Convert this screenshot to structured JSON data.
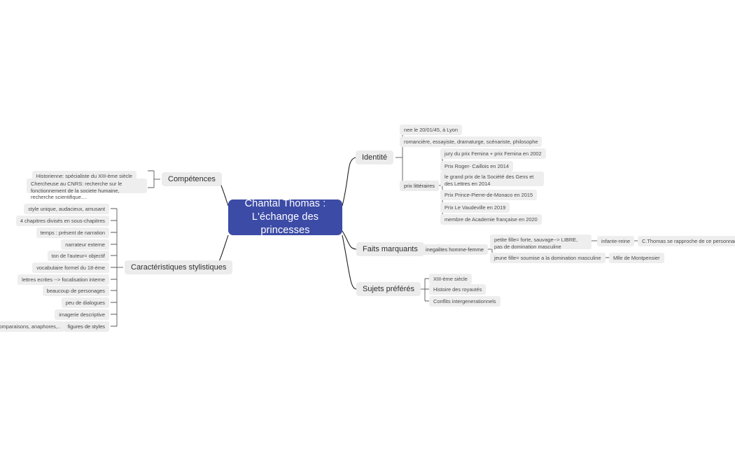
{
  "theme": {
    "background": "#ffffff",
    "root_fill": "#3c4ba6",
    "root_text": "#ffffff",
    "branch_fill": "#ececec",
    "leaf_fill": "#eeeeee",
    "leaf_text": "#4a4a4a",
    "connector": "#1f1f1f"
  },
  "root": {
    "line1": "Chantal Thomas :",
    "line2": "L'échange des",
    "line3": "princesses"
  },
  "branches": {
    "identite": {
      "label": "Identité",
      "children": [
        {
          "label": "nee le 20/01/45, à Lyon"
        },
        {
          "label": "romancière, essayiste, dramaturge, scénariste, philosophe"
        },
        {
          "label": "prix littéraires",
          "children": [
            {
              "label": "jury du prix Femina + prix Femina en 2002"
            },
            {
              "label": "Prix Roger- Caillois en 2014"
            },
            {
              "label": "le grand prix de la Société des Gens et des Lettres en 2014"
            },
            {
              "label": "Prix Prince-Pierre-de-Monaco en 2015"
            },
            {
              "label": "Prix Le Vaudeville en 2019"
            },
            {
              "label": "membre de Academie française en 2020"
            }
          ]
        }
      ]
    },
    "faits_marquants": {
      "label": "Faits marquants",
      "children": [
        {
          "label": "inegalites homme-femme",
          "children": [
            {
              "label": "petite fille= forte, sauvage--> LIBRE, pas de domination masculine",
              "children": [
                {
                  "label": "infante-reine",
                  "children": [
                    {
                      "label": "C.Thomas se rapproche  de ce personnage"
                    }
                  ]
                }
              ]
            },
            {
              "label": "jeune fille= soumise a la domination masculine",
              "children": [
                {
                  "label": "Mlle de Montpensier"
                }
              ]
            }
          ]
        }
      ]
    },
    "sujets_preferes": {
      "label": "Sujets préférés",
      "children": [
        {
          "label": "XIII-ème siècle"
        },
        {
          "label": "Histoire des royautés"
        },
        {
          "label": "Conflits intergenerationnels"
        }
      ]
    },
    "competences": {
      "label": "Compétences",
      "children": [
        {
          "label": "Historienne: spécialiste du XIII-ème siècle"
        },
        {
          "label": "Chercheuse au CNRS: recherche sur le fonctionnement de la societe humaine, recherche scientifique...."
        }
      ]
    },
    "caracteristiques": {
      "label": "Caractéristiques stylistiques",
      "children": [
        {
          "label": "style unique, audacieux, amusant"
        },
        {
          "label": "4 chapitres divisés en sous-chapitres"
        },
        {
          "label": "temps : présent de narration"
        },
        {
          "label": "narrateur externe"
        },
        {
          "label": "ton de l'auteur= objectif"
        },
        {
          "label": "vocabulaire formel du 18-ème"
        },
        {
          "label": "lettres ecrites --> focalisation interne"
        },
        {
          "label": "beaucoup de personages"
        },
        {
          "label": "peu de dialogues"
        },
        {
          "label": "imagerie descriptive"
        },
        {
          "label": "figures de styles",
          "children": [
            {
              "label": "comparaisons, anaphores,.."
            }
          ]
        }
      ]
    }
  }
}
